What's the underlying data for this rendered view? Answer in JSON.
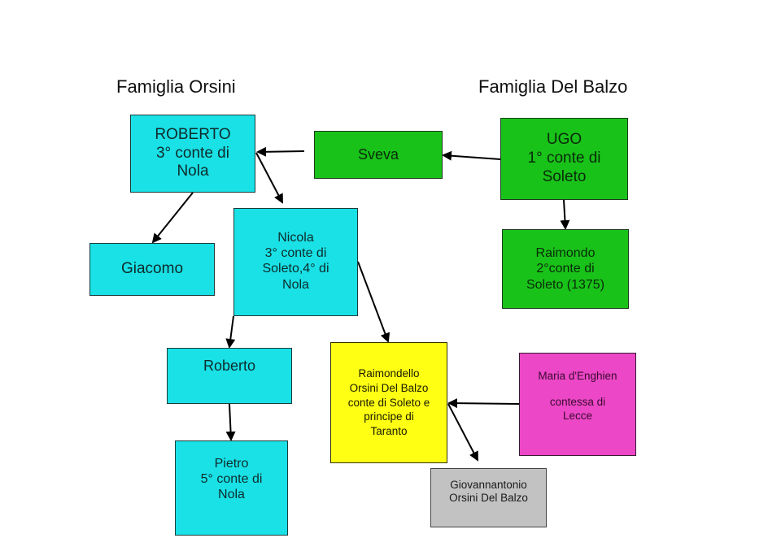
{
  "diagram": {
    "type": "family-tree",
    "families": [
      {
        "id": "orsini",
        "title": "Famiglia Orsini",
        "color": "#19e1e6"
      },
      {
        "id": "delbalzo",
        "title": "Famiglia Del Balzo",
        "color": "#19c219"
      }
    ],
    "nodes": {
      "roberto3": {
        "label": "ROBERTO\n3° conte di\nNola",
        "family": "orsini",
        "color": "#19e1e6"
      },
      "sveva": {
        "label": "Sveva",
        "family": "delbalzo",
        "color": "#19c219"
      },
      "ugo": {
        "label": "UGO\n1° conte di\nSoleto",
        "family": "delbalzo",
        "color": "#19c219"
      },
      "giacomo": {
        "label": "Giacomo",
        "family": "orsini",
        "color": "#19e1e6"
      },
      "nicola": {
        "label": "Nicola\n3° conte di\nSoleto,4°  di\nNola",
        "family": "orsini",
        "color": "#19e1e6"
      },
      "raimondo": {
        "label": "Raimondo\n2°conte di\nSoleto (1375)",
        "family": "delbalzo",
        "color": "#19c219"
      },
      "roberto_jr": {
        "label": "Roberto",
        "family": "orsini",
        "color": "#19e1e6"
      },
      "pietro": {
        "label": "Pietro\n5° conte di\nNola",
        "family": "orsini",
        "color": "#19e1e6"
      },
      "raimondello": {
        "label": "Raimondello\nOrsini Del Balzo\nconte di Soleto e\nprincipe di\nTaranto",
        "family": "orsini-delbalzo",
        "color": "#ffff14"
      },
      "maria": {
        "label": "Maria d'Enghien\n\ncontessa di\nLecce",
        "family": "enghien",
        "color": "#ec47c6"
      },
      "giovannantonio": {
        "label": "Giovannantonio\nOrsini Del Balzo",
        "family": "orsini-delbalzo",
        "color": "#c2c2c2"
      }
    },
    "edges": [
      {
        "from": "sveva",
        "to": "roberto3",
        "relation": "spouse"
      },
      {
        "from": "ugo",
        "to": "sveva",
        "relation": "parent"
      },
      {
        "from": "ugo",
        "to": "raimondo",
        "relation": "parent"
      },
      {
        "from": "roberto3",
        "to": "giacomo",
        "relation": "parent"
      },
      {
        "from": "roberto3",
        "to": "nicola",
        "relation": "parent"
      },
      {
        "from": "nicola",
        "to": "roberto_jr",
        "relation": "parent"
      },
      {
        "from": "nicola",
        "to": "raimondello",
        "relation": "parent"
      },
      {
        "from": "roberto_jr",
        "to": "pietro",
        "relation": "parent"
      },
      {
        "from": "maria",
        "to": "raimondello",
        "relation": "spouse"
      },
      {
        "from": "raimondello",
        "to": "giovannantonio",
        "relation": "parent"
      }
    ],
    "edge_color": "#000000"
  }
}
